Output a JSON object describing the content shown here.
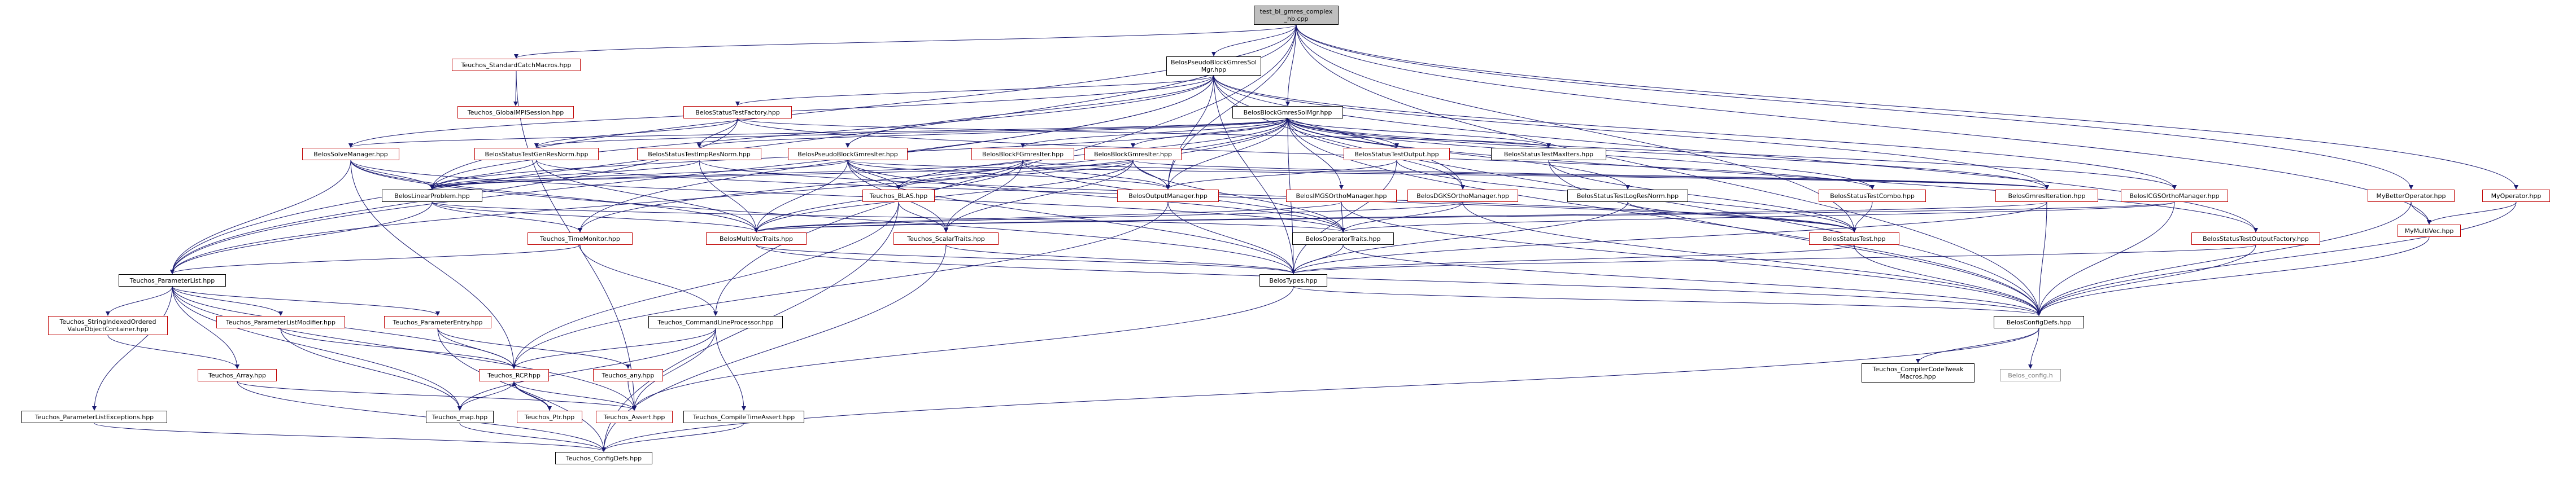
{
  "diagram": {
    "colors": {
      "edge": "#191970",
      "border_link": "#bf0000",
      "border_plain": "#000000",
      "root_fill": "#bfbfbf"
    },
    "nodes": [
      {
        "id": "root",
        "label": "test_bl_gmres_complex\n_hb.cpp",
        "style": "root"
      },
      {
        "id": "catch",
        "label": "Teuchos_StandardCatchMacros.hpp",
        "style": "red"
      },
      {
        "id": "gmpi",
        "label": "Teuchos_GlobalMPISession.hpp",
        "style": "red"
      },
      {
        "id": "pbgsm",
        "label": "BelosPseudoBlockGmresSol\nMgr.hpp",
        "style": "black"
      },
      {
        "id": "bgsm",
        "label": "BelosBlockGmresSolMgr.hpp",
        "style": "black"
      },
      {
        "id": "stfac",
        "label": "BelosStatusTestFactory.hpp",
        "style": "red"
      },
      {
        "id": "solvemgr",
        "label": "BelosSolveManager.hpp",
        "style": "red"
      },
      {
        "id": "genres",
        "label": "BelosStatusTestGenResNorm.hpp",
        "style": "red"
      },
      {
        "id": "impres",
        "label": "BelosStatusTestImpResNorm.hpp",
        "style": "red"
      },
      {
        "id": "pbgiter",
        "label": "BelosPseudoBlockGmresIter.hpp",
        "style": "red"
      },
      {
        "id": "bfgiter",
        "label": "BelosBlockFGmresIter.hpp",
        "style": "red"
      },
      {
        "id": "bgiter",
        "label": "BelosBlockGmresIter.hpp",
        "style": "red"
      },
      {
        "id": "stout",
        "label": "BelosStatusTestOutput.hpp",
        "style": "red"
      },
      {
        "id": "stmax",
        "label": "BelosStatusTestMaxIters.hpp",
        "style": "black"
      },
      {
        "id": "linprob",
        "label": "BelosLinearProblem.hpp",
        "style": "black"
      },
      {
        "id": "blas",
        "label": "Teuchos_BLAS.hpp",
        "style": "red"
      },
      {
        "id": "outmgr",
        "label": "BelosOutputManager.hpp",
        "style": "red"
      },
      {
        "id": "imgs",
        "label": "BelosIMGSOrthoManager.hpp",
        "style": "red"
      },
      {
        "id": "dgks",
        "label": "BelosDGKSOrthoManager.hpp",
        "style": "red"
      },
      {
        "id": "logres",
        "label": "BelosStatusTestLogResNorm.hpp",
        "style": "black"
      },
      {
        "id": "combo",
        "label": "BelosStatusTestCombo.hpp",
        "style": "red"
      },
      {
        "id": "gmresiter",
        "label": "BelosGmresIteration.hpp",
        "style": "red"
      },
      {
        "id": "icgs",
        "label": "BelosICGSOrthoManager.hpp",
        "style": "red"
      },
      {
        "id": "mybetter",
        "label": "MyBetterOperator.hpp",
        "style": "red"
      },
      {
        "id": "myop",
        "label": "MyOperator.hpp",
        "style": "red"
      },
      {
        "id": "mymv",
        "label": "MyMultiVec.hpp",
        "style": "red"
      },
      {
        "id": "timemon",
        "label": "Teuchos_TimeMonitor.hpp",
        "style": "red"
      },
      {
        "id": "mvtraits",
        "label": "BelosMultiVecTraits.hpp",
        "style": "red"
      },
      {
        "id": "scalar",
        "label": "Teuchos_ScalarTraits.hpp",
        "style": "red"
      },
      {
        "id": "optraits",
        "label": "BelosOperatorTraits.hpp",
        "style": "black"
      },
      {
        "id": "sttest",
        "label": "BelosStatusTest.hpp",
        "style": "red"
      },
      {
        "id": "outfac",
        "label": "BelosStatusTestOutputFactory.hpp",
        "style": "red"
      },
      {
        "id": "plist",
        "label": "Teuchos_ParameterList.hpp",
        "style": "black"
      },
      {
        "id": "types",
        "label": "BelosTypes.hpp",
        "style": "black"
      },
      {
        "id": "strindexed",
        "label": "Teuchos_StringIndexedOrdered\nValueObjectContainer.hpp",
        "style": "red"
      },
      {
        "id": "plmod",
        "label": "Teuchos_ParameterListModifier.hpp",
        "style": "red"
      },
      {
        "id": "pentry",
        "label": "Teuchos_ParameterEntry.hpp",
        "style": "red"
      },
      {
        "id": "clp",
        "label": "Teuchos_CommandLineProcessor.hpp",
        "style": "black"
      },
      {
        "id": "config",
        "label": "BelosConfigDefs.hpp",
        "style": "black"
      },
      {
        "id": "array",
        "label": "Teuchos_Array.hpp",
        "style": "red"
      },
      {
        "id": "rcp",
        "label": "Teuchos_RCP.hpp",
        "style": "red"
      },
      {
        "id": "any",
        "label": "Teuchos_any.hpp",
        "style": "red"
      },
      {
        "id": "cct",
        "label": "Teuchos_CompilerCodeTweak\nMacros.hpp",
        "style": "black"
      },
      {
        "id": "belosconfig",
        "label": "Belos_config.h",
        "style": "gray"
      },
      {
        "id": "plexc",
        "label": "Teuchos_ParameterListExceptions.hpp",
        "style": "black"
      },
      {
        "id": "map",
        "label": "Teuchos_map.hpp",
        "style": "black"
      },
      {
        "id": "ptr",
        "label": "Teuchos_Ptr.hpp",
        "style": "red"
      },
      {
        "id": "assert",
        "label": "Teuchos_Assert.hpp",
        "style": "red"
      },
      {
        "id": "cta",
        "label": "Teuchos_CompileTimeAssert.hpp",
        "style": "black"
      },
      {
        "id": "tconfig",
        "label": "Teuchos_ConfigDefs.hpp",
        "style": "black"
      }
    ],
    "edges": [
      [
        "root",
        "catch"
      ],
      [
        "root",
        "pbgsm"
      ],
      [
        "root",
        "bgsm"
      ],
      [
        "root",
        "linprob"
      ],
      [
        "root",
        "mybetter"
      ],
      [
        "root",
        "myop"
      ],
      [
        "root",
        "mymv"
      ],
      [
        "root",
        "plist"
      ],
      [
        "root",
        "clp"
      ],
      [
        "root",
        "config"
      ],
      [
        "root",
        "outmgr"
      ],
      [
        "root",
        "sttest"
      ],
      [
        "catch",
        "gmpi"
      ],
      [
        "catch",
        "assert"
      ],
      [
        "pbgsm",
        "stfac"
      ],
      [
        "pbgsm",
        "solvemgr"
      ],
      [
        "pbgsm",
        "linprob"
      ],
      [
        "pbgsm",
        "pbgiter"
      ],
      [
        "pbgsm",
        "outmgr"
      ],
      [
        "pbgsm",
        "plist"
      ],
      [
        "pbgsm",
        "config"
      ],
      [
        "pbgsm",
        "timemon"
      ],
      [
        "pbgsm",
        "icgs"
      ],
      [
        "pbgsm",
        "dgks"
      ],
      [
        "pbgsm",
        "types"
      ],
      [
        "pbgsm",
        "outfac"
      ],
      [
        "pbgsm",
        "gmresiter"
      ],
      [
        "bgsm",
        "solvemgr"
      ],
      [
        "bgsm",
        "genres"
      ],
      [
        "bgsm",
        "impres"
      ],
      [
        "bgsm",
        "bfgiter"
      ],
      [
        "bgsm",
        "bgiter"
      ],
      [
        "bgsm",
        "stout"
      ],
      [
        "bgsm",
        "stmax"
      ],
      [
        "bgsm",
        "linprob"
      ],
      [
        "bgsm",
        "blas"
      ],
      [
        "bgsm",
        "outmgr"
      ],
      [
        "bgsm",
        "imgs"
      ],
      [
        "bgsm",
        "dgks"
      ],
      [
        "bgsm",
        "logres"
      ],
      [
        "bgsm",
        "combo"
      ],
      [
        "bgsm",
        "gmresiter"
      ],
      [
        "bgsm",
        "icgs"
      ],
      [
        "bgsm",
        "types"
      ],
      [
        "bgsm",
        "config"
      ],
      [
        "bgsm",
        "timemon"
      ],
      [
        "bgsm",
        "outfac"
      ],
      [
        "bgsm",
        "plist"
      ],
      [
        "stfac",
        "genres"
      ],
      [
        "stfac",
        "impres"
      ],
      [
        "stfac",
        "stmax"
      ],
      [
        "stfac",
        "combo"
      ],
      [
        "stfac",
        "plist"
      ],
      [
        "solvemgr",
        "linprob"
      ],
      [
        "solvemgr",
        "plist"
      ],
      [
        "solvemgr",
        "types"
      ],
      [
        "solvemgr",
        "rcp"
      ],
      [
        "solvemgr",
        "mvtraits"
      ],
      [
        "solvemgr",
        "optraits"
      ],
      [
        "genres",
        "linprob"
      ],
      [
        "genres",
        "mvtraits"
      ],
      [
        "genres",
        "sttest"
      ],
      [
        "impres",
        "linprob"
      ],
      [
        "impres",
        "mvtraits"
      ],
      [
        "impres",
        "sttest"
      ],
      [
        "pbgiter",
        "linprob"
      ],
      [
        "pbgiter",
        "blas"
      ],
      [
        "pbgiter",
        "outmgr"
      ],
      [
        "pbgiter",
        "mvtraits"
      ],
      [
        "pbgiter",
        "optraits"
      ],
      [
        "pbgiter",
        "scalar"
      ],
      [
        "pbgiter",
        "types"
      ],
      [
        "pbgiter",
        "gmresiter"
      ],
      [
        "bfgiter",
        "linprob"
      ],
      [
        "bfgiter",
        "blas"
      ],
      [
        "bfgiter",
        "outmgr"
      ],
      [
        "bfgiter",
        "mvtraits"
      ],
      [
        "bfgiter",
        "optraits"
      ],
      [
        "bfgiter",
        "scalar"
      ],
      [
        "bfgiter",
        "gmresiter"
      ],
      [
        "bgiter",
        "linprob"
      ],
      [
        "bgiter",
        "blas"
      ],
      [
        "bgiter",
        "outmgr"
      ],
      [
        "bgiter",
        "mvtraits"
      ],
      [
        "bgiter",
        "optraits"
      ],
      [
        "bgiter",
        "scalar"
      ],
      [
        "bgiter",
        "gmresiter"
      ],
      [
        "stout",
        "sttest"
      ],
      [
        "stout",
        "outmgr"
      ],
      [
        "stout",
        "types"
      ],
      [
        "stmax",
        "sttest"
      ],
      [
        "stmax",
        "config"
      ],
      [
        "linprob",
        "mvtraits"
      ],
      [
        "linprob",
        "optraits"
      ],
      [
        "linprob",
        "plist"
      ],
      [
        "linprob",
        "timemon"
      ],
      [
        "blas",
        "scalar"
      ],
      [
        "blas",
        "rcp"
      ],
      [
        "blas",
        "tconfig"
      ],
      [
        "outmgr",
        "types"
      ],
      [
        "outmgr",
        "rcp"
      ],
      [
        "imgs",
        "mvtraits"
      ],
      [
        "imgs",
        "optraits"
      ],
      [
        "imgs",
        "config"
      ],
      [
        "dgks",
        "mvtraits"
      ],
      [
        "dgks",
        "optraits"
      ],
      [
        "dgks",
        "config"
      ],
      [
        "logres",
        "sttest"
      ],
      [
        "logres",
        "types"
      ],
      [
        "combo",
        "sttest"
      ],
      [
        "gmresiter",
        "types"
      ],
      [
        "gmresiter",
        "config"
      ],
      [
        "gmresiter",
        "mvtraits"
      ],
      [
        "icgs",
        "mvtraits"
      ],
      [
        "icgs",
        "optraits"
      ],
      [
        "icgs",
        "config"
      ],
      [
        "mybetter",
        "mymv"
      ],
      [
        "mybetter",
        "config"
      ],
      [
        "myop",
        "mymv"
      ],
      [
        "myop",
        "config"
      ],
      [
        "mymv",
        "config"
      ],
      [
        "timemon",
        "plist"
      ],
      [
        "timemon",
        "clp"
      ],
      [
        "mvtraits",
        "types"
      ],
      [
        "mvtraits",
        "config"
      ],
      [
        "scalar",
        "types"
      ],
      [
        "scalar",
        "tconfig"
      ],
      [
        "optraits",
        "types"
      ],
      [
        "optraits",
        "config"
      ],
      [
        "sttest",
        "types"
      ],
      [
        "sttest",
        "config"
      ],
      [
        "outfac",
        "types"
      ],
      [
        "outfac",
        "config"
      ],
      [
        "plist",
        "strindexed"
      ],
      [
        "plist",
        "plmod"
      ],
      [
        "plist",
        "pentry"
      ],
      [
        "plist",
        "array"
      ],
      [
        "plist",
        "plexc"
      ],
      [
        "plist",
        "map"
      ],
      [
        "plist",
        "rcp"
      ],
      [
        "plist",
        "assert"
      ],
      [
        "types",
        "config"
      ],
      [
        "types",
        "assert"
      ],
      [
        "strindexed",
        "array"
      ],
      [
        "plmod",
        "rcp"
      ],
      [
        "plmod",
        "map"
      ],
      [
        "pentry",
        "any"
      ],
      [
        "pentry",
        "rcp"
      ],
      [
        "pentry",
        "tconfig"
      ],
      [
        "clp",
        "rcp"
      ],
      [
        "clp",
        "map"
      ],
      [
        "clp",
        "cta"
      ],
      [
        "clp",
        "assert"
      ],
      [
        "config",
        "cct"
      ],
      [
        "config",
        "belosconfig"
      ],
      [
        "config",
        "tconfig"
      ],
      [
        "array",
        "assert"
      ],
      [
        "array",
        "tconfig"
      ],
      [
        "rcp",
        "ptr"
      ],
      [
        "rcp",
        "assert"
      ],
      [
        "rcp",
        "map"
      ],
      [
        "ptr",
        "rcp"
      ],
      [
        "any",
        "assert"
      ],
      [
        "plexc",
        "tconfig"
      ],
      [
        "map",
        "tconfig"
      ],
      [
        "cta",
        "tconfig"
      ]
    ]
  }
}
